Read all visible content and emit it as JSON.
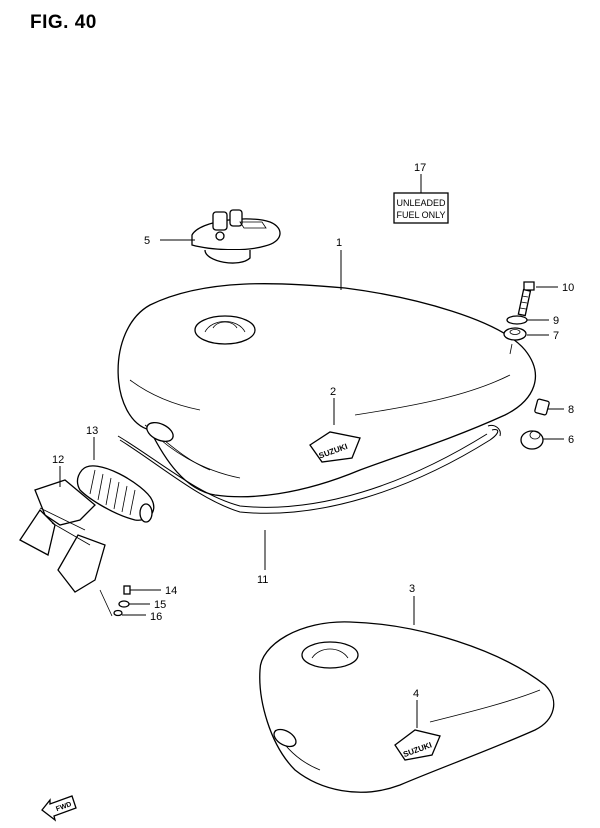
{
  "figure": {
    "title": "FIG. 40"
  },
  "label": {
    "line1": "UNLEADED",
    "line2": "FUEL ONLY"
  },
  "fwd_mark": "FWD",
  "emblem_text": "SUZUKI",
  "callouts": {
    "c1": "1",
    "c2": "2",
    "c3": "3",
    "c4": "4",
    "c5": "5",
    "c6": "6",
    "c7": "7",
    "c8": "8",
    "c9": "9",
    "c10": "10",
    "c11": "11",
    "c12": "12",
    "c13": "13",
    "c14": "14",
    "c15": "15",
    "c16": "16",
    "c17": "17"
  }
}
